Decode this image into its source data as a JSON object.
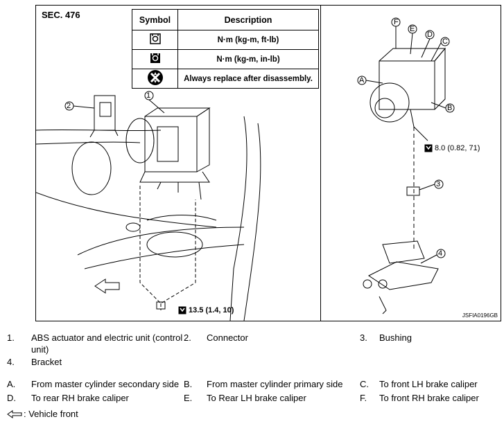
{
  "section": "SEC. 476",
  "figure_code": "JSFIA0196GB",
  "symbol_table": {
    "header_symbol": "Symbol",
    "header_description": "Description",
    "rows": [
      {
        "icon": "torque-wrench-ftlb-icon",
        "description": "N·m (kg-m, ft-lb)"
      },
      {
        "icon": "torque-wrench-inlb-icon",
        "description": "N·m (kg-m, in-lb)"
      },
      {
        "icon": "always-replace-icon",
        "description": "Always replace after disassembly."
      }
    ]
  },
  "callouts": {
    "left_1": "1",
    "left_2": "2",
    "right_3": "3",
    "right_4": "4",
    "A": "A",
    "B": "B",
    "C": "C",
    "D": "D",
    "E": "E",
    "F": "F"
  },
  "torque_right": "8.0 (0.82, 71)",
  "torque_left": "13.5 (1.4, 10)",
  "legend_numbered": [
    {
      "num": "1.",
      "text_line1": "ABS actuator and electric unit (control",
      "text_line2": "unit)"
    },
    {
      "num": "2.",
      "text_line1": "Connector"
    },
    {
      "num": "3.",
      "text_line1": "Bushing"
    },
    {
      "num": "4.",
      "text_line1": "Bracket"
    }
  ],
  "legend_lettered": [
    {
      "letter": "A.",
      "text": "From master cylinder secondary side"
    },
    {
      "letter": "B.",
      "text": "From master cylinder primary side"
    },
    {
      "letter": "C.",
      "text": "To front LH brake caliper"
    },
    {
      "letter": "D.",
      "text": "To rear RH brake caliper"
    },
    {
      "letter": "E.",
      "text": "To Rear LH brake caliper"
    },
    {
      "letter": "F.",
      "text": "To front RH brake caliper"
    }
  ],
  "front_note": ": Vehicle front"
}
